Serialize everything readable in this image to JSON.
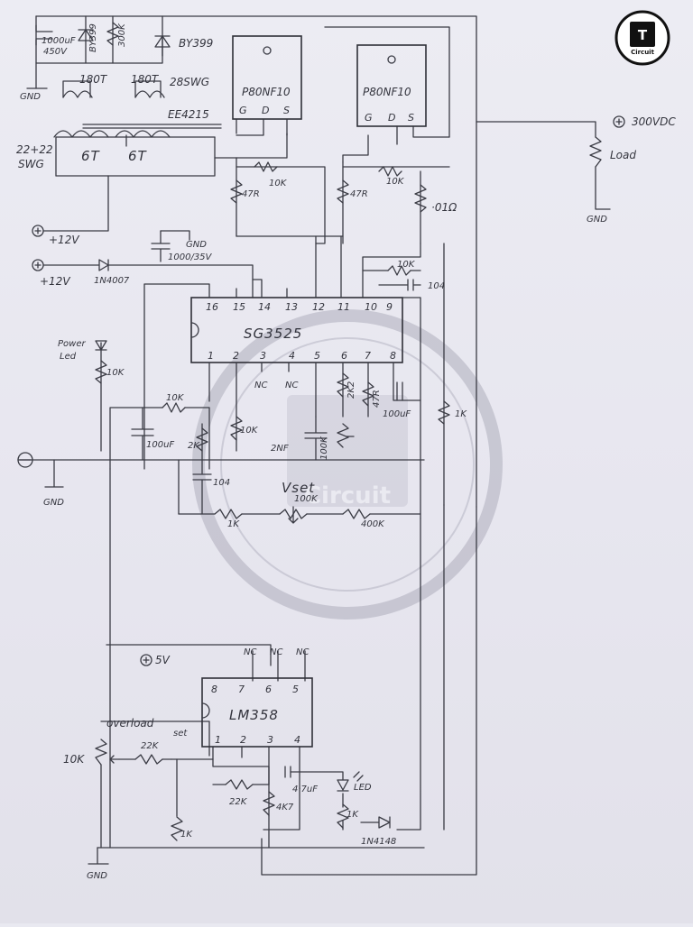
{
  "logo": {
    "letter": "T",
    "brand": "Circuit"
  },
  "watermark": {
    "text": "Circuit"
  },
  "colors": {
    "paper": "#e9e9f1",
    "ink": "#3a3b44",
    "logo": "#111111",
    "watermark": "#8f8fa0"
  },
  "ics": {
    "sg3525": {
      "name": "SG3525",
      "top_pins": [
        "16",
        "15",
        "14",
        "13",
        "12",
        "11",
        "10",
        "9"
      ],
      "bottom_pins": [
        "1",
        "2",
        "3",
        "4",
        "5",
        "6",
        "7",
        "8"
      ]
    },
    "lm358": {
      "name": "LM358",
      "top_pins": [
        "8",
        "7",
        "6",
        "5"
      ],
      "bottom_pins": [
        "1",
        "2",
        "3",
        "4"
      ]
    }
  },
  "mosfets": [
    {
      "name": "P80NF10",
      "pins": [
        "G",
        "D",
        "S"
      ]
    },
    {
      "name": "P80NF10",
      "pins": [
        "G",
        "D",
        "S"
      ]
    }
  ],
  "labels": {
    "cap_1000": "1000uF",
    "cap_450": "450V",
    "d_by399a": "BY399",
    "r_300k": "300K",
    "d_by399b": "BY399",
    "gnd_top": "GND",
    "turns_a": "180T",
    "turns_b": "180T",
    "wire_28": "28SWG",
    "core": "EE4215",
    "wire_22": "22+22",
    "wire_swg": "SWG",
    "turns_c": "6T",
    "turns_d": "6T",
    "r_10k_gate": "10K",
    "r_47r_a": "47R",
    "r_47r_b": "47R",
    "r_10k_b": "10K",
    "shunt": "·01Ω",
    "out_v": "300VDC",
    "load": "Load",
    "gnd_load": "GND",
    "in_12v": "+12V",
    "gnd_mid": "GND",
    "cap_1000_35": "1000/35V",
    "in_12v_b": "+12V",
    "d_1n4007": "1N4007",
    "r_10k_fb": "10K",
    "c_104_a": "104",
    "pwr_led": "Power",
    "pwr_led2": "Led",
    "r_10k_led": "10K",
    "nc_3": "NC",
    "nc_4": "NC",
    "r_2k2": "2K2",
    "r_47r_c": "47R",
    "c_100uf_a": "100uF",
    "r_1k_right": "1K",
    "r_10k_c": "10K",
    "c_100uf_b": "100uF",
    "r_2k": "2K",
    "r_10k_d": "10K",
    "c_2nf": "2NF",
    "r_100k_a": "100K",
    "c_104_b": "104",
    "vset": "Vset",
    "r_100k_pot": "100K",
    "r_1k_b": "1K",
    "r_400k": "400K",
    "gnd_left": "GND",
    "nc_a": "NC",
    "nc_b": "NC",
    "nc_c": "NC",
    "v5": "5V",
    "overload": "overload",
    "set": "set",
    "r_22k_a": "22K",
    "pot_10k": "10K",
    "r_22k_b": "22K",
    "r_4k7": "4K7",
    "c_47uf": "4·7uF",
    "led": "LED",
    "r_1k_c": "1K",
    "r_1k_d": "1K",
    "d_1n4148": "1N4148",
    "gnd_bottom": "GND"
  }
}
